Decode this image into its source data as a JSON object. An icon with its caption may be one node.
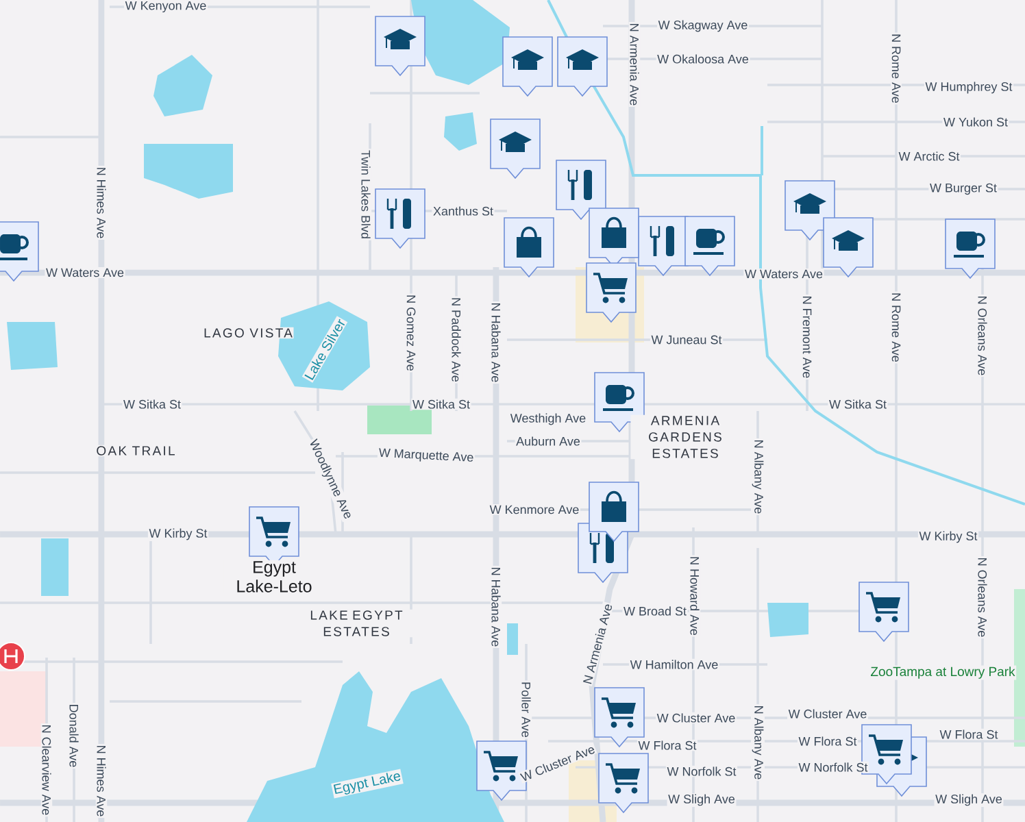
{
  "diagram": {
    "labels": [
      "W Kenyon Ave",
      "W Skagway Ave",
      "W Okaloosa Ave",
      "N Armenia Ave",
      "W Humphrey St",
      "N Rome Ave",
      "W Yukon St",
      "W Arctic St",
      "W Burger St",
      "Twin Lakes Blvd",
      "Xanthus St",
      "W Waters Ave",
      "N Himes Ave",
      "W Waters Ave",
      "LAGO VISTA",
      "Lake Silver",
      "N Gomez Ave",
      "N Paddock Ave",
      "N Habana Ave",
      "W Juneau St",
      "N Fremont Ave",
      "N Rome Ave",
      "N Orleans Ave",
      "W Sitka St",
      "W Sitka St",
      "Westhigh Ave",
      "W Sitka St",
      "OAK TRAIL",
      "Woodlynne Ave",
      "W Marquette Ave",
      "Auburn Ave",
      "ARMENIA GARDENS ESTATES",
      "N Albany Ave",
      "W Kenmore Ave",
      "W Kirby St",
      "W Kirby St",
      "Egypt Lake-Leto",
      "LAKE EGYPT ESTATES",
      "N Habana Ave",
      "N Armenia Ave",
      "W Broad St",
      "N Howard Ave",
      "W Hamilton Ave",
      "ZooTampa at Lowry Park",
      "N Orleans Ave",
      "W Cluster Ave",
      "W Cluster Ave",
      "W Cluster Ave",
      "W Flora St",
      "W Flora St",
      "W Flora St",
      "W Norfolk St",
      "W Norfolk St",
      "W Sligh Ave",
      "W Sligh Ave",
      "Poller Ave",
      "Donald Ave",
      "N Clearview Ave",
      "N Himes Ave",
      "Egypt Lake",
      "N Albany Ave"
    ]
  }
}
